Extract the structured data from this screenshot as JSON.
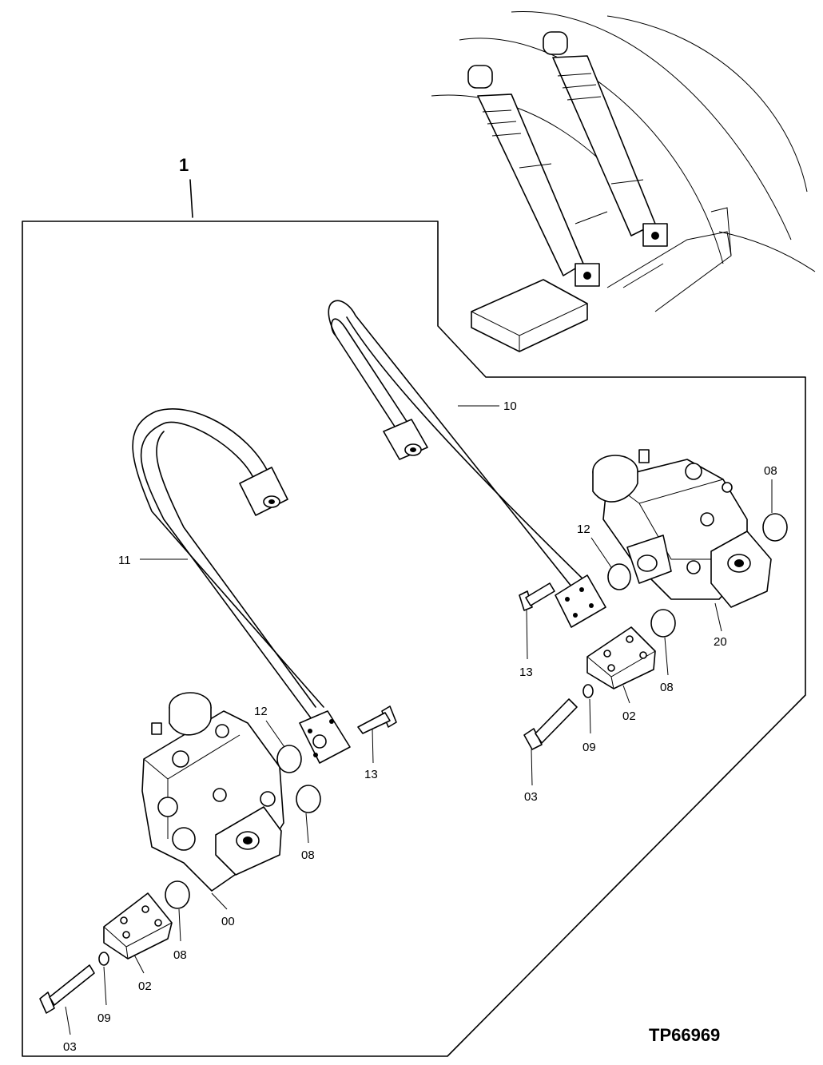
{
  "diagram": {
    "main_label": "1",
    "figure_id": "TP66969",
    "callouts": {
      "c10": "10",
      "c11": "11",
      "c12_left": "12",
      "c12_right": "12",
      "c13_left": "13",
      "c13_right": "13",
      "c08_left_upper": "08",
      "c08_left_lower": "08",
      "c08_right_upper": "08",
      "c08_right_lower": "08",
      "c00": "00",
      "c20": "20",
      "c02_left": "02",
      "c02_right": "02",
      "c09_left": "09",
      "c09_right": "09",
      "c03_left": "03",
      "c03_right": "03"
    }
  }
}
